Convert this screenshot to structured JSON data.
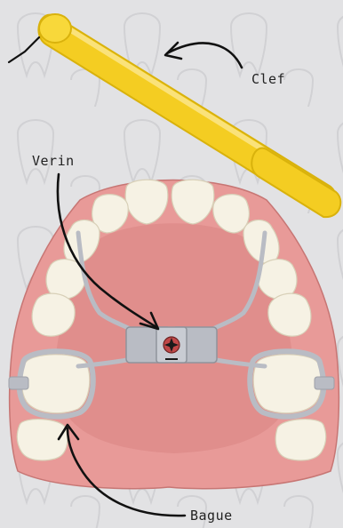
{
  "labels": {
    "clef": "Clef",
    "verin": "Verin",
    "bague": "Bague"
  },
  "colors": {
    "background": "#e2e2e4",
    "gum": "#e89a98",
    "palate": "#d98583",
    "tooth": "#f6f2e4",
    "metal": "#b9bcc4",
    "key": "#f4cd22",
    "ink": "#111111"
  }
}
